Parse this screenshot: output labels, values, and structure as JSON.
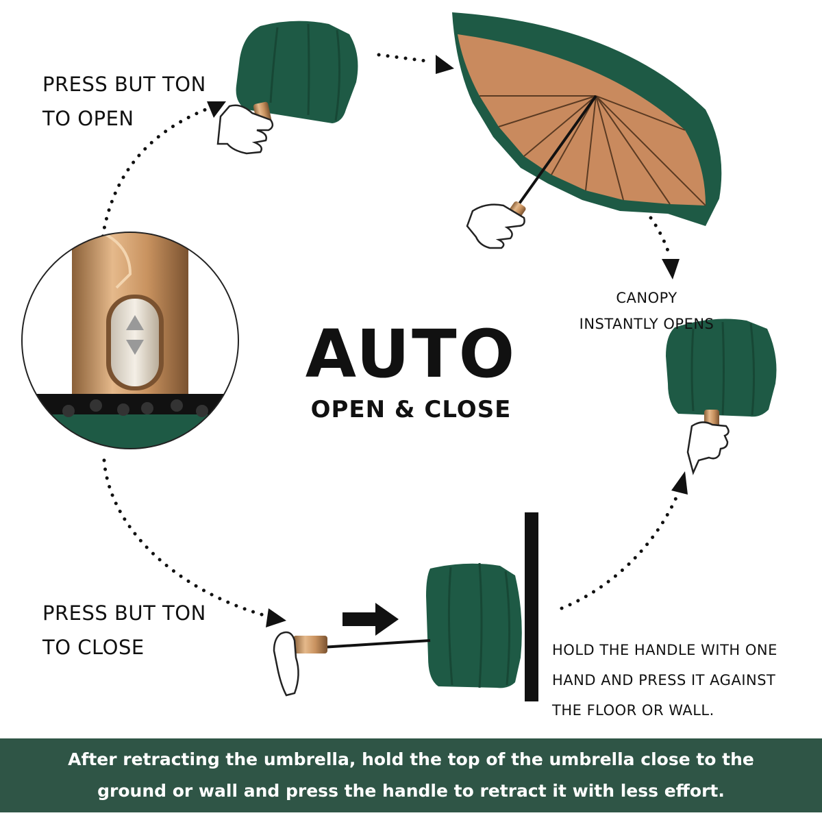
{
  "colors": {
    "canopy_green": "#1e5a45",
    "canopy_inner": "#c98a5e",
    "handle_gold": "#d2a06c",
    "banner_bg": "#2f5546",
    "arrow": "#111111"
  },
  "labels": {
    "press_open": [
      "PRESS BUT TON",
      "TO OPEN"
    ],
    "canopy_opens": [
      "CANOPY",
      "INSTANTLY OPENS"
    ],
    "press_close": [
      "PRESS BUT TON",
      "TO CLOSE"
    ],
    "hold_handle": [
      "HOLD THE HANDLE WITH ONE",
      "HAND AND PRESS IT AGAINST",
      "THE FLOOR OR WALL."
    ]
  },
  "title": {
    "main": "AUTO",
    "sub": "OPEN & CLOSE"
  },
  "banner": {
    "lines": [
      "After retracting the umbrella, hold the top of the umbrella close to the",
      "ground or wall and press the handle to retract it with less effort."
    ]
  },
  "icons": [
    "closed-umbrella-icon",
    "open-umbrella-icon",
    "hand-icon",
    "handle-button-closeup-icon",
    "wall-icon",
    "push-arrow-icon",
    "dotted-arrow-icon"
  ]
}
